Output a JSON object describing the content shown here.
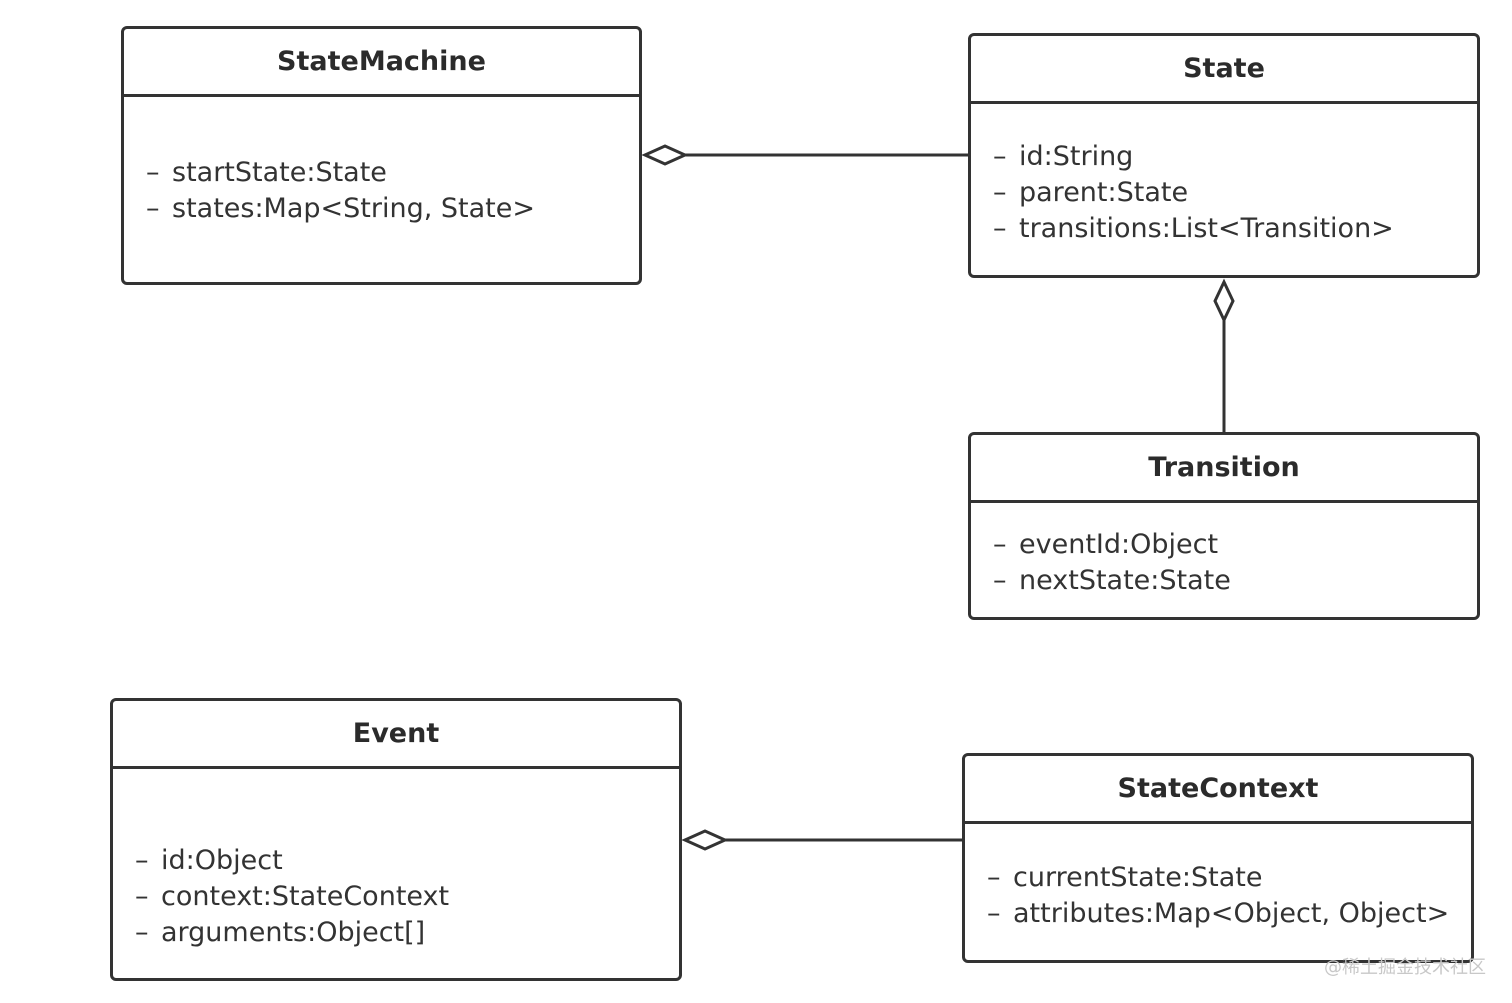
{
  "classes": {
    "state_machine": {
      "name": "StateMachine",
      "attributes": [
        "startState:State",
        "states:Map<String, State>"
      ]
    },
    "state": {
      "name": "State",
      "attributes": [
        "id:String",
        "parent:State",
        "transitions:List<Transition>"
      ]
    },
    "transition": {
      "name": "Transition",
      "attributes": [
        "eventId:Object",
        "nextState:State"
      ]
    },
    "event": {
      "name": "Event",
      "attributes": [
        "id:Object",
        "context:StateContext",
        "arguments:Object[]"
      ]
    },
    "state_context": {
      "name": "StateContext",
      "attributes": [
        "currentState:State",
        "attributes:Map<Object, Object>"
      ]
    }
  },
  "attribute_prefix": "–",
  "relations": [
    {
      "type": "aggregation",
      "whole": "StateMachine",
      "part": "State"
    },
    {
      "type": "aggregation",
      "whole": "State",
      "part": "Transition"
    },
    {
      "type": "aggregation",
      "whole": "Event",
      "part": "StateContext"
    }
  ],
  "watermark": "@稀土掘金技术社区",
  "colors": {
    "line": "#333333",
    "text": "#2b2b2b",
    "background": "#ffffff"
  }
}
